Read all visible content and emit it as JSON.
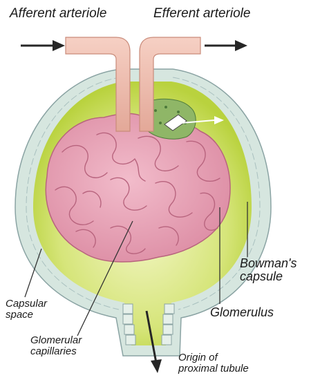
{
  "labels": {
    "afferent_arteriole": "Afferent arteriole",
    "efferent_arteriole": "Efferent arteriole",
    "bowmans_capsule_line1": "Bowman's",
    "bowmans_capsule_line2": "capsule",
    "capsular_space_line1": "Capsular",
    "capsular_space_line2": "space",
    "glomerulus": "Glomerulus",
    "glomerular_capillaries_line1": "Glomerular",
    "glomerular_capillaries_line2": "capillaries",
    "origin_line1": "Origin of",
    "origin_line2": "proximal tubule"
  },
  "colors": {
    "capsule_wall": "#d2e3dc",
    "capsular_space": "#c8dc56",
    "capillary_pink": "#e7a3b5",
    "capillary_shadow": "#b8647e",
    "arteriole": "#eec0b2",
    "macula_green": "#8bb163",
    "arrow": "#262626"
  }
}
